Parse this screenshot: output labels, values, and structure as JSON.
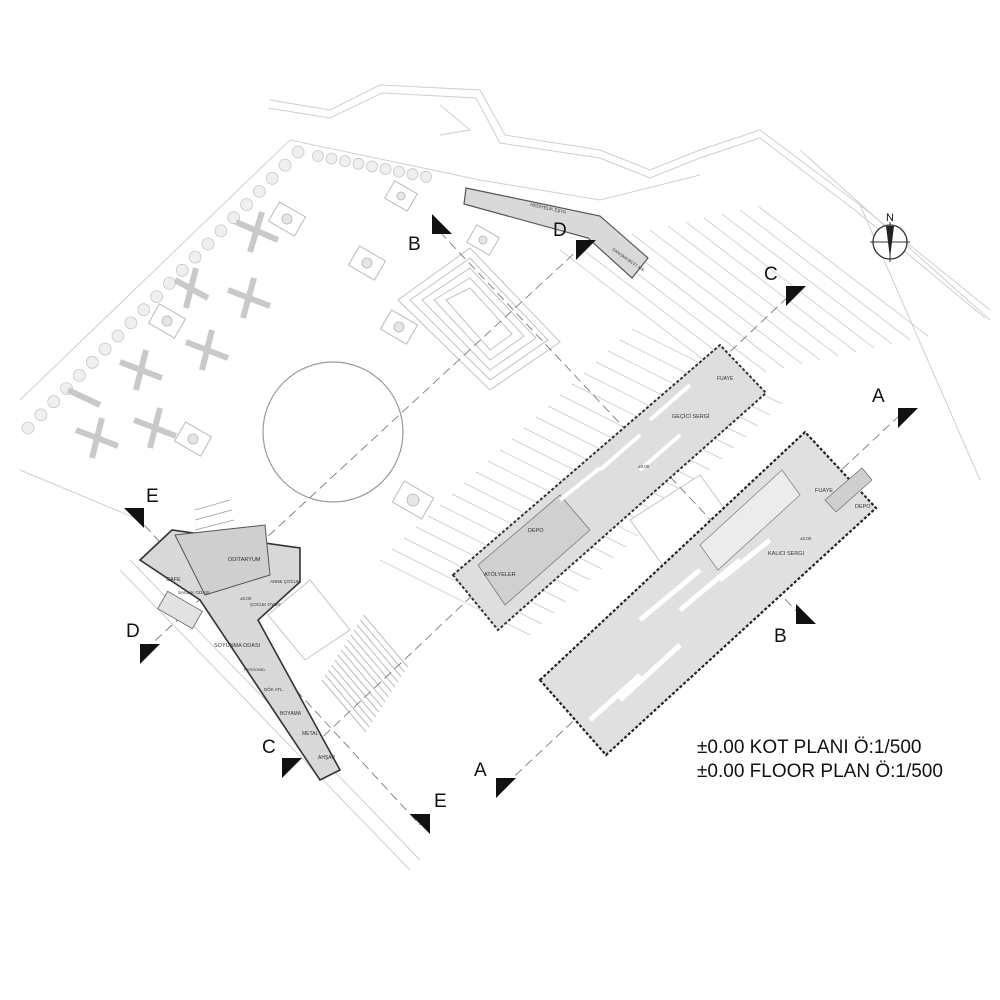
{
  "title_tr": "±0.00 KOT PLANI  Ö:1/500",
  "title_en": "±0.00 FLOOR PLAN  Ö:1/500",
  "north_label": "N",
  "colors": {
    "ink": "#111111",
    "line": "#bdbdbd",
    "faint": "#d6d6d6",
    "fill": "#dcdcdc",
    "fill_dark": "#c8c8c8"
  },
  "section_markers": {
    "A_top": "A",
    "A_bottom": "A",
    "B_top": "B",
    "B_right": "B",
    "C_top": "C",
    "C_bottom": "C",
    "D_top": "D",
    "D_left": "D",
    "E_top": "E",
    "E_bottom": "E"
  },
  "rooms": {
    "hediyelik": "HEDİYELİK EŞYA",
    "danisma": "DANIŞMA BİLET KİR.",
    "fuaye_1": "FUAYE",
    "gecici": "GEÇİCİ SERGİ",
    "depo_1": "DEPO",
    "atolye": "ATÖLYELER",
    "fuaye_2": "FUAYE",
    "depo_2": "DEPO",
    "kalici": "KALICI SERGİ",
    "oditoryum": "ODİTARYUM",
    "cafe": "CAFE",
    "saglik": "SAĞLIK ODASI",
    "anne": "ANNE ÇOCUK",
    "cocuk": "ÇOCUK OYUN",
    "soyunma": "SOYUNMA ODASI",
    "personel": "PERSONEL",
    "dok": "DÖK ATL.",
    "boyama": "BOYAMA",
    "metal": "METAL",
    "ahsap": "AHŞAP"
  },
  "levels": {
    "l1": "±0.00",
    "l2": "±0.00",
    "l3": "±0.00"
  }
}
